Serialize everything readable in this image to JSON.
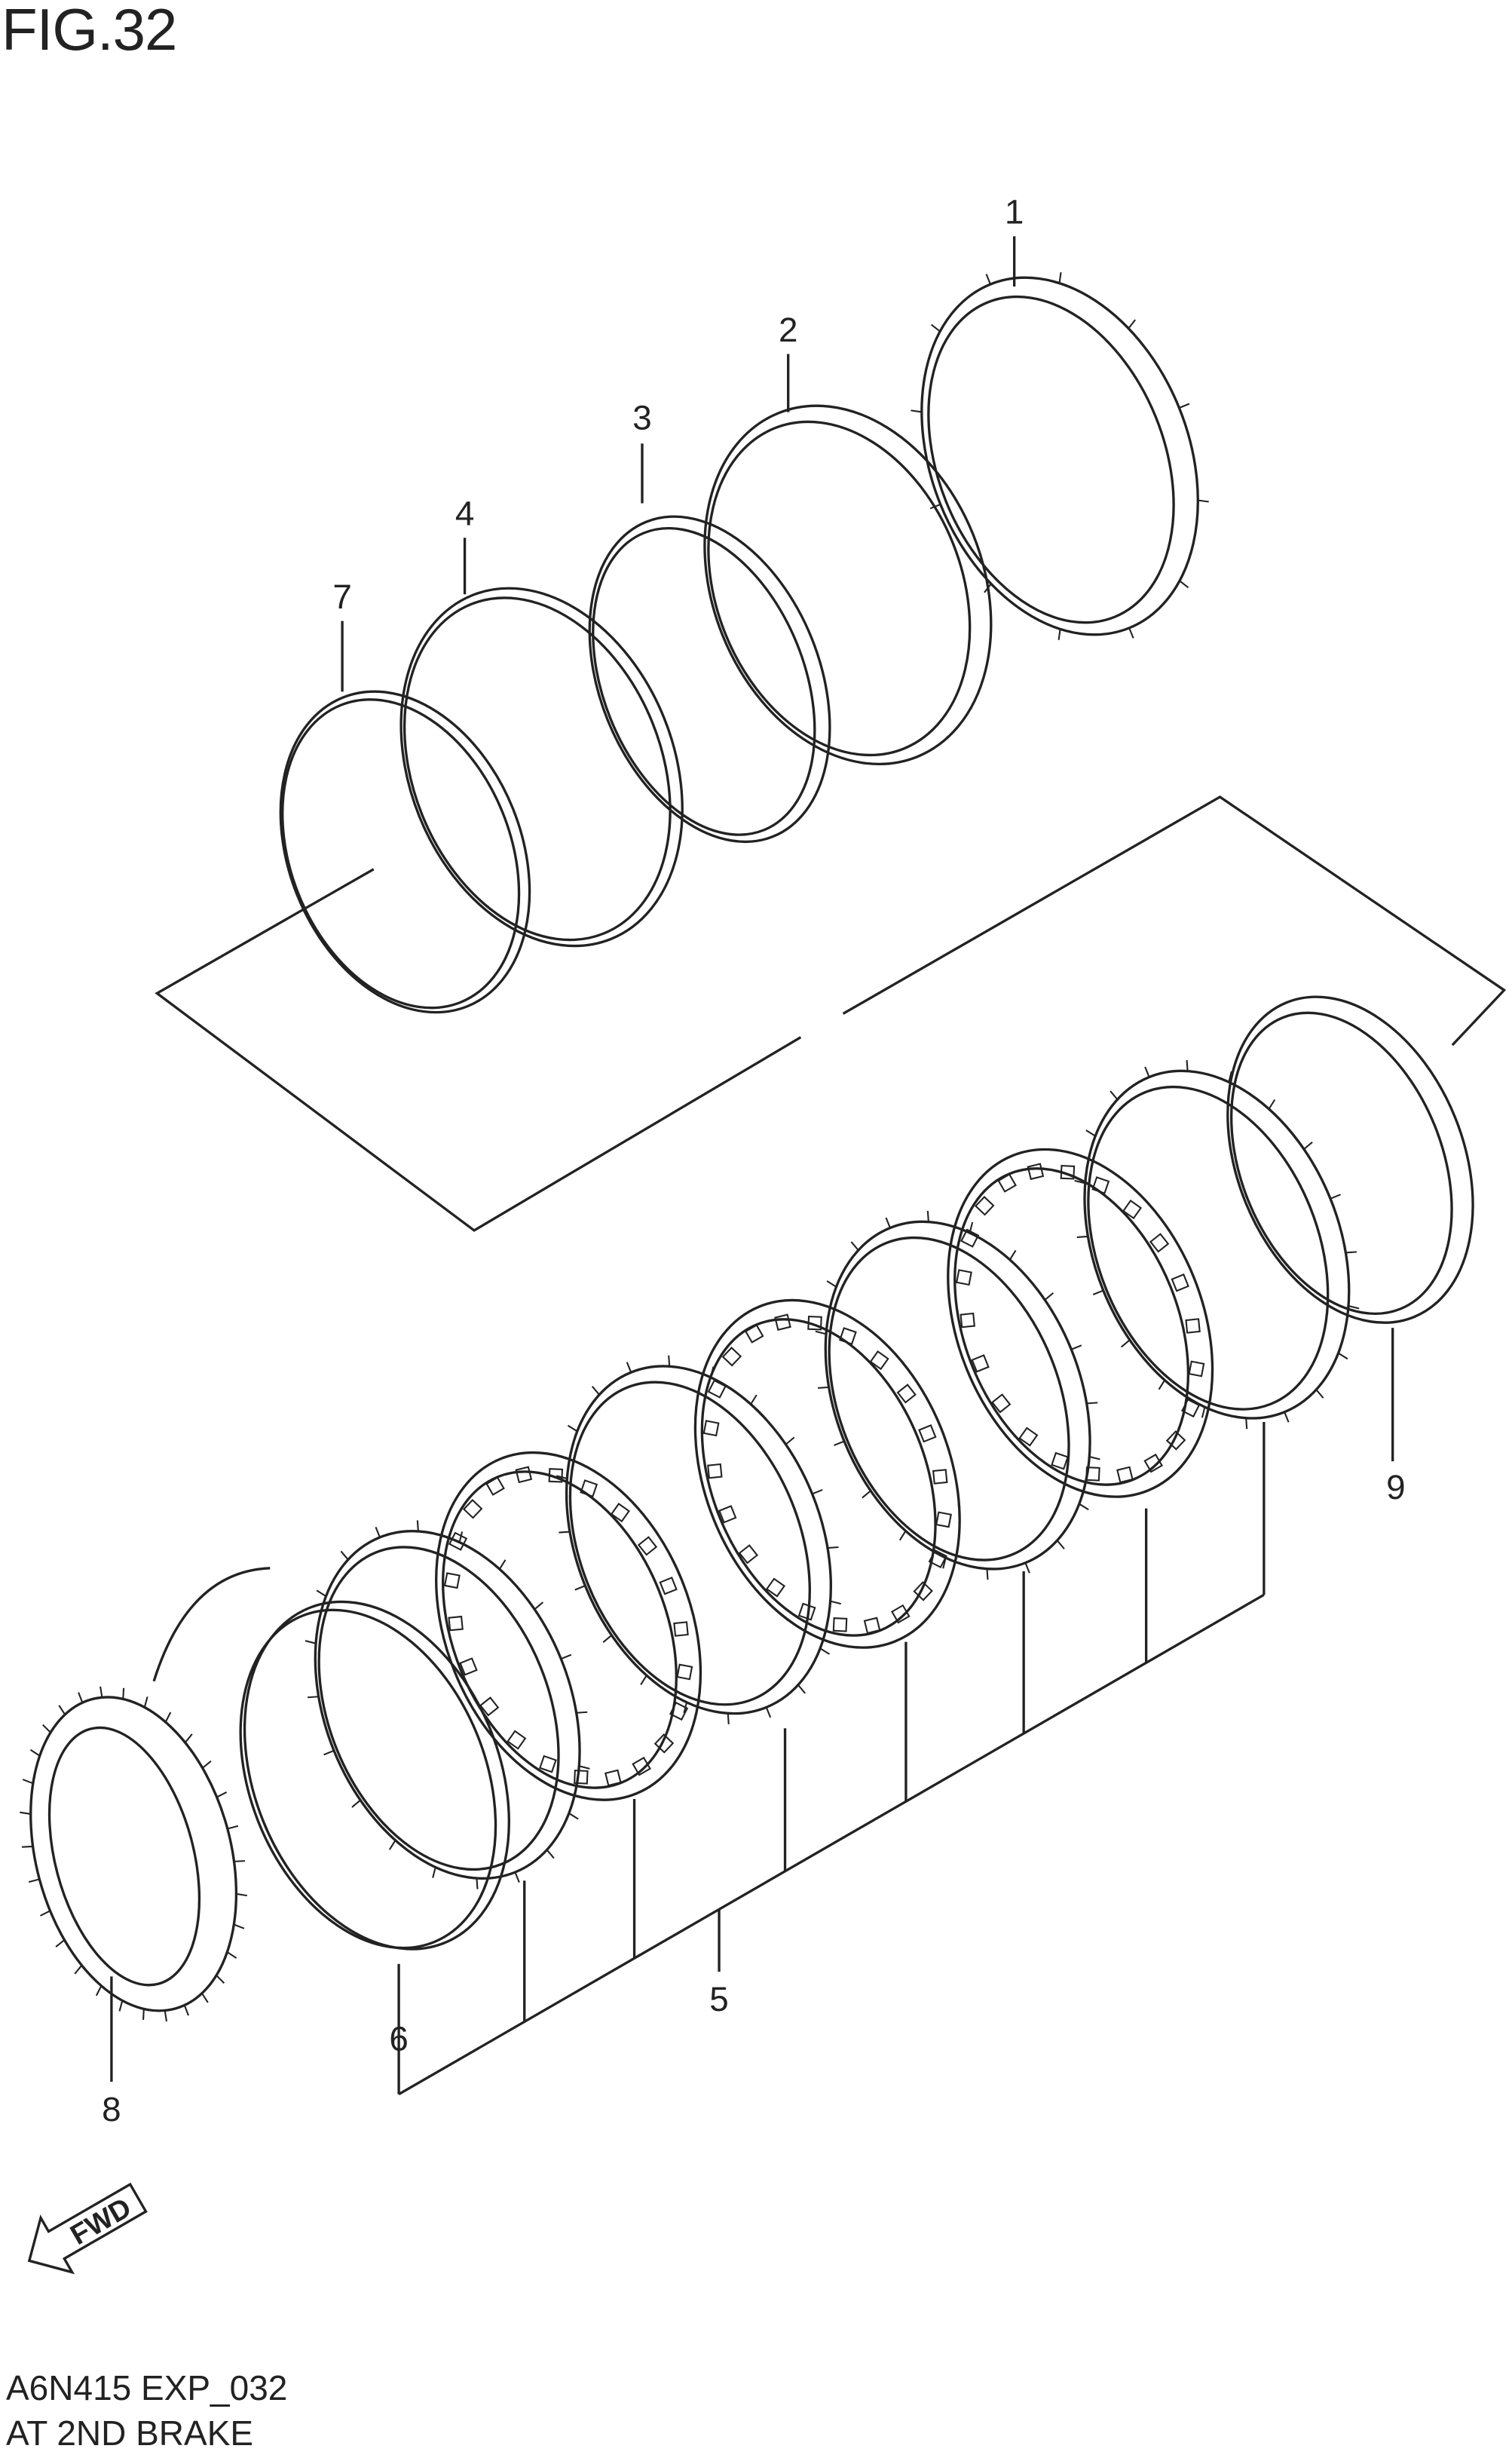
{
  "figure": {
    "title": "FIG.32"
  },
  "callouts": [
    {
      "id": "1"
    },
    {
      "id": "2"
    },
    {
      "id": "3"
    },
    {
      "id": "4"
    },
    {
      "id": "5"
    },
    {
      "id": "6"
    },
    {
      "id": "7"
    },
    {
      "id": "8"
    },
    {
      "id": "9"
    }
  ],
  "fwd_arrow": {
    "label": "FWD"
  },
  "footer": {
    "code": "A6N415 EXP_032",
    "title": "AT 2ND BRAKE"
  }
}
